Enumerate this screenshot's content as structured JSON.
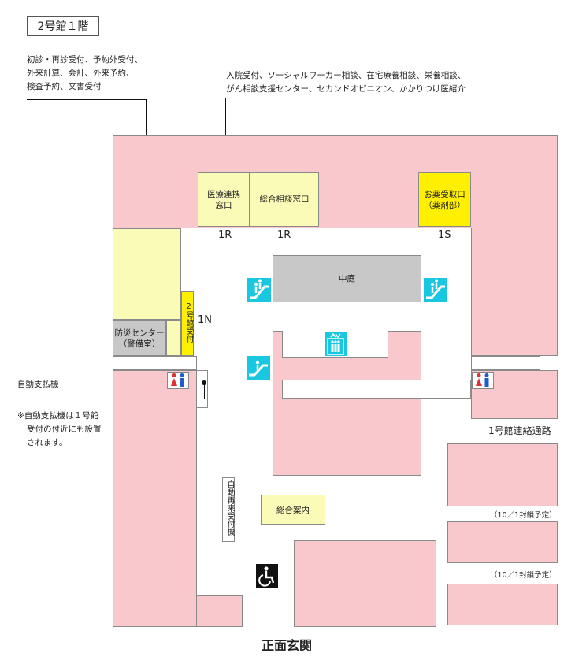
{
  "title": "2号館１階",
  "notes": {
    "left_line1": "初診・再診受付、予約外受付、",
    "left_line2": "外来計算、会計、外来予約、",
    "left_line3": "検査予約、文書受付",
    "right_line1": "入院受付、ソーシャルワーカー相談、在宅療養相談、栄養相談、",
    "right_line2": "がん相談支援センター、セカンドオピニオン、かかりつけ医紹介",
    "payment_machine": "自動支払機",
    "footnote_line1": "※自動支払機は１号館",
    "footnote_line2": "受付の付近にも設置",
    "footnote_line3": "されます。"
  },
  "rooms": {
    "medical_liaison": "医療連携\n窓口",
    "general_consultation": "総合相談窓口",
    "pharmacy": "お薬受取口\n（薬剤部）",
    "courtyard": "中庭",
    "disaster_center": "防災センター\n（警備室）",
    "building2_reception": "2号館受付",
    "auto_return_reception": "自動再来受付機",
    "info_desk": "総合案内"
  },
  "codes": {
    "r1a": "1R",
    "r1b": "1R",
    "s1": "1S",
    "n1": "1N"
  },
  "labels": {
    "building1_corridor": "1号館連絡通路",
    "closure1": "（10／1封鎖予定）",
    "closure2": "（10／1封鎖予定）",
    "main_entrance": "正面玄関"
  },
  "colors": {
    "pink": "#f8c8cc",
    "yellow": "#fbfbb8",
    "bright_yellow": "#ffef00",
    "gray": "#c8c8c8",
    "cyan": "#19c8e0"
  },
  "icons": [
    "restroom-icon",
    "escalator-icon",
    "elevator-icon",
    "wheelchair-icon"
  ]
}
